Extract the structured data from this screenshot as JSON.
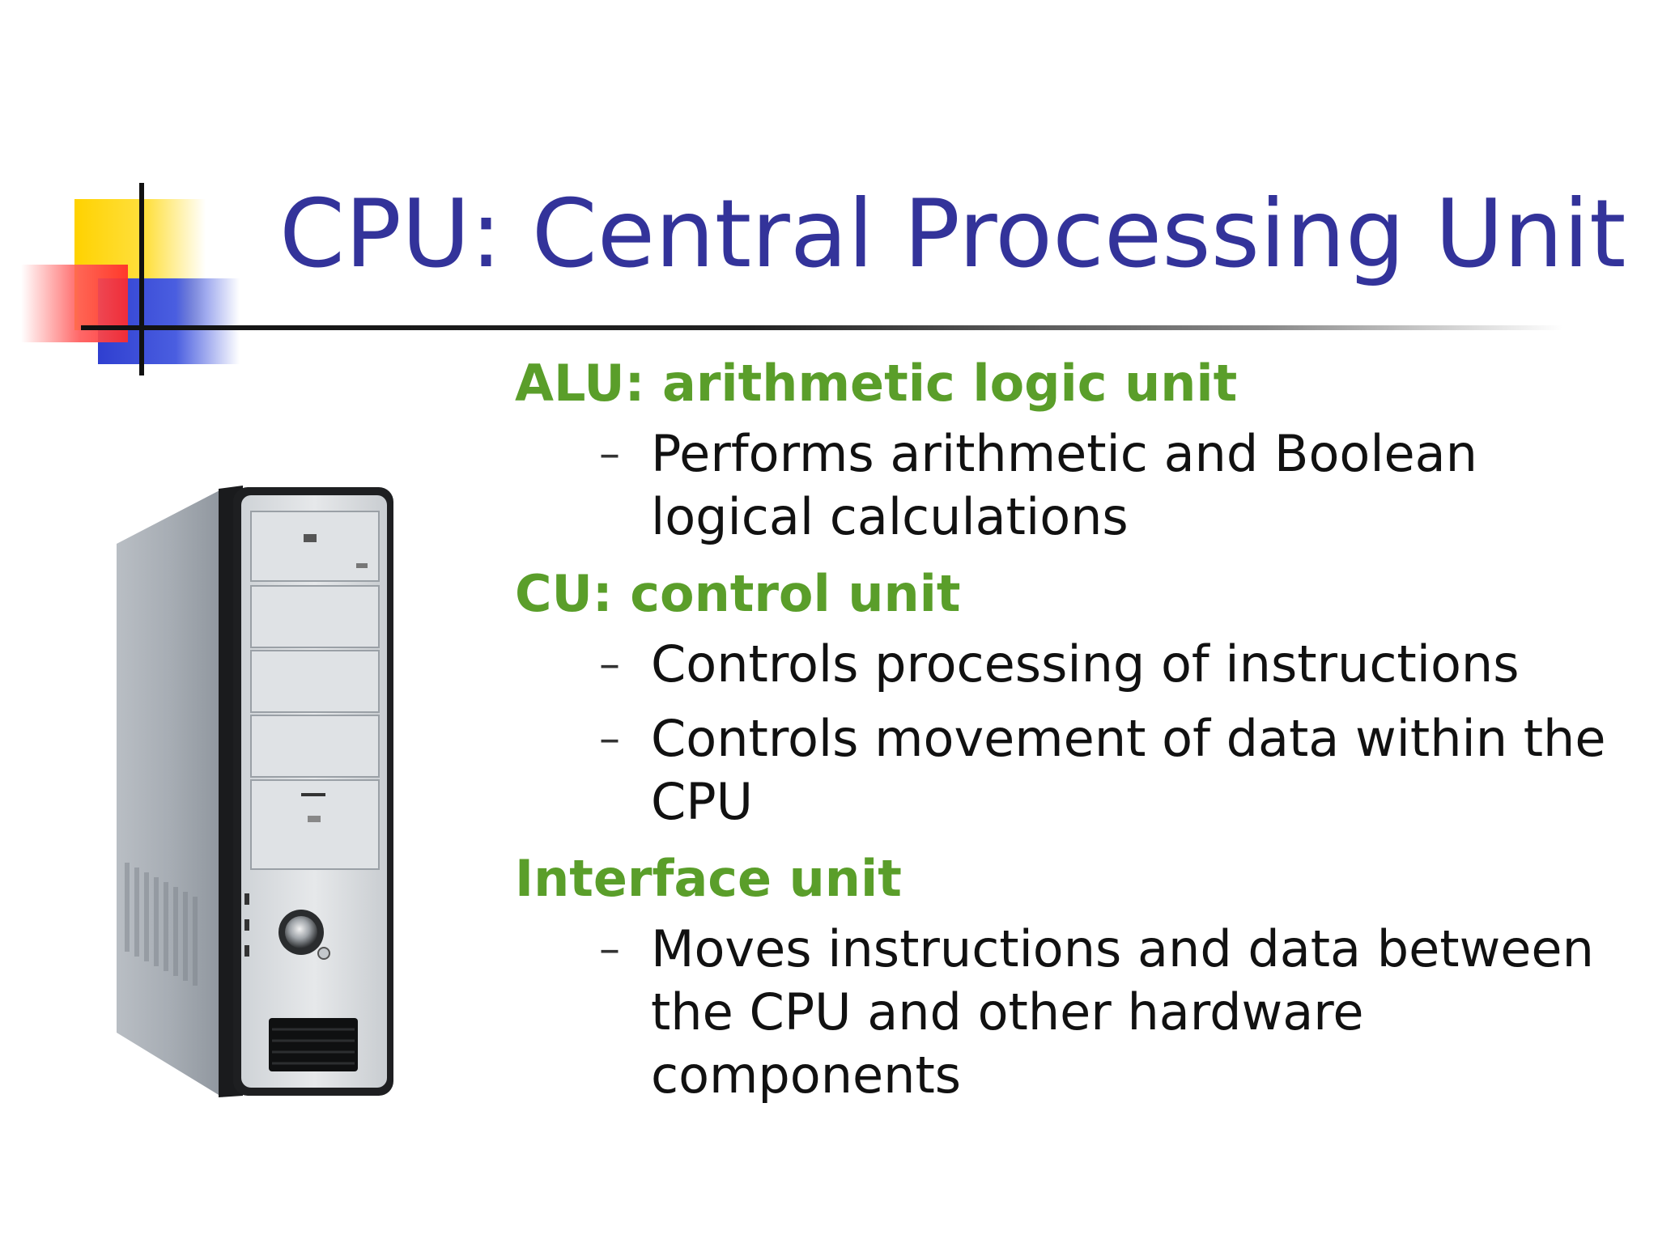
{
  "slide": {
    "title": "CPU: Central Processing Unit",
    "sections": [
      {
        "heading": "ALU: arithmetic logic unit",
        "bullets": [
          "Performs arithmetic and Boolean logical calculations"
        ]
      },
      {
        "heading": "CU: control unit",
        "bullets": [
          "Controls processing of instructions",
          "Controls movement of data within the CPU"
        ]
      },
      {
        "heading": "Interface unit",
        "bullets": [
          "Moves instructions and data between the CPU and other hardware components"
        ]
      }
    ],
    "bullet_marker": "–",
    "colors": {
      "title": "#33339a",
      "heading": "#5a9e2a",
      "body": "#111111",
      "accent_yellow": "#ffd200",
      "accent_red": "#ff2a2a",
      "accent_blue": "#2f3fd0"
    },
    "image": {
      "icon": "desktop-tower-pc-icon"
    }
  }
}
